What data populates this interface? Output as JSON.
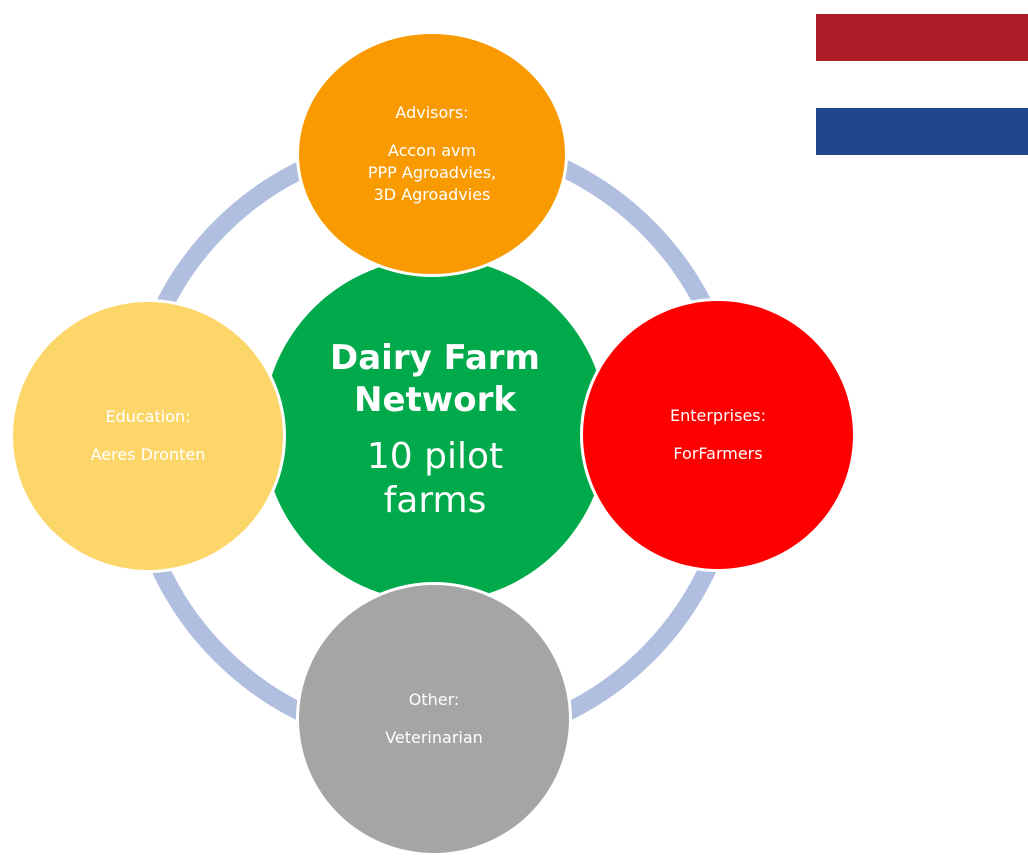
{
  "center": {
    "title_line1": "Dairy Farm",
    "title_line2": "Network",
    "sub_line1": "10 pilot",
    "sub_line2": "farms",
    "color": "#00AA4B"
  },
  "nodes": {
    "advisors": {
      "heading": "Advisors:",
      "lines": [
        "Accon avm",
        "PPP Agroadvies,",
        "3D Agroadvies"
      ],
      "color": "#F99A00",
      "text_color": "#FFFFFF"
    },
    "education": {
      "heading": "Education:",
      "lines": [
        "Aeres Dronten"
      ],
      "color": "#FDD66A",
      "text_color": "#FFFFFF"
    },
    "enterprises": {
      "heading": "Enterprises:",
      "lines": [
        "ForFarmers"
      ],
      "color": "#FF0000",
      "text_color": "#FFFFFF"
    },
    "other": {
      "heading": "Other:",
      "lines": [
        "Veterinarian"
      ],
      "color": "#A5A5A5",
      "text_color": "#FFFFFF"
    }
  },
  "ring_color": "#B0BEDF",
  "flag": {
    "stripes": [
      "#AE1C28",
      "#FFFFFF",
      "#21468B"
    ]
  }
}
